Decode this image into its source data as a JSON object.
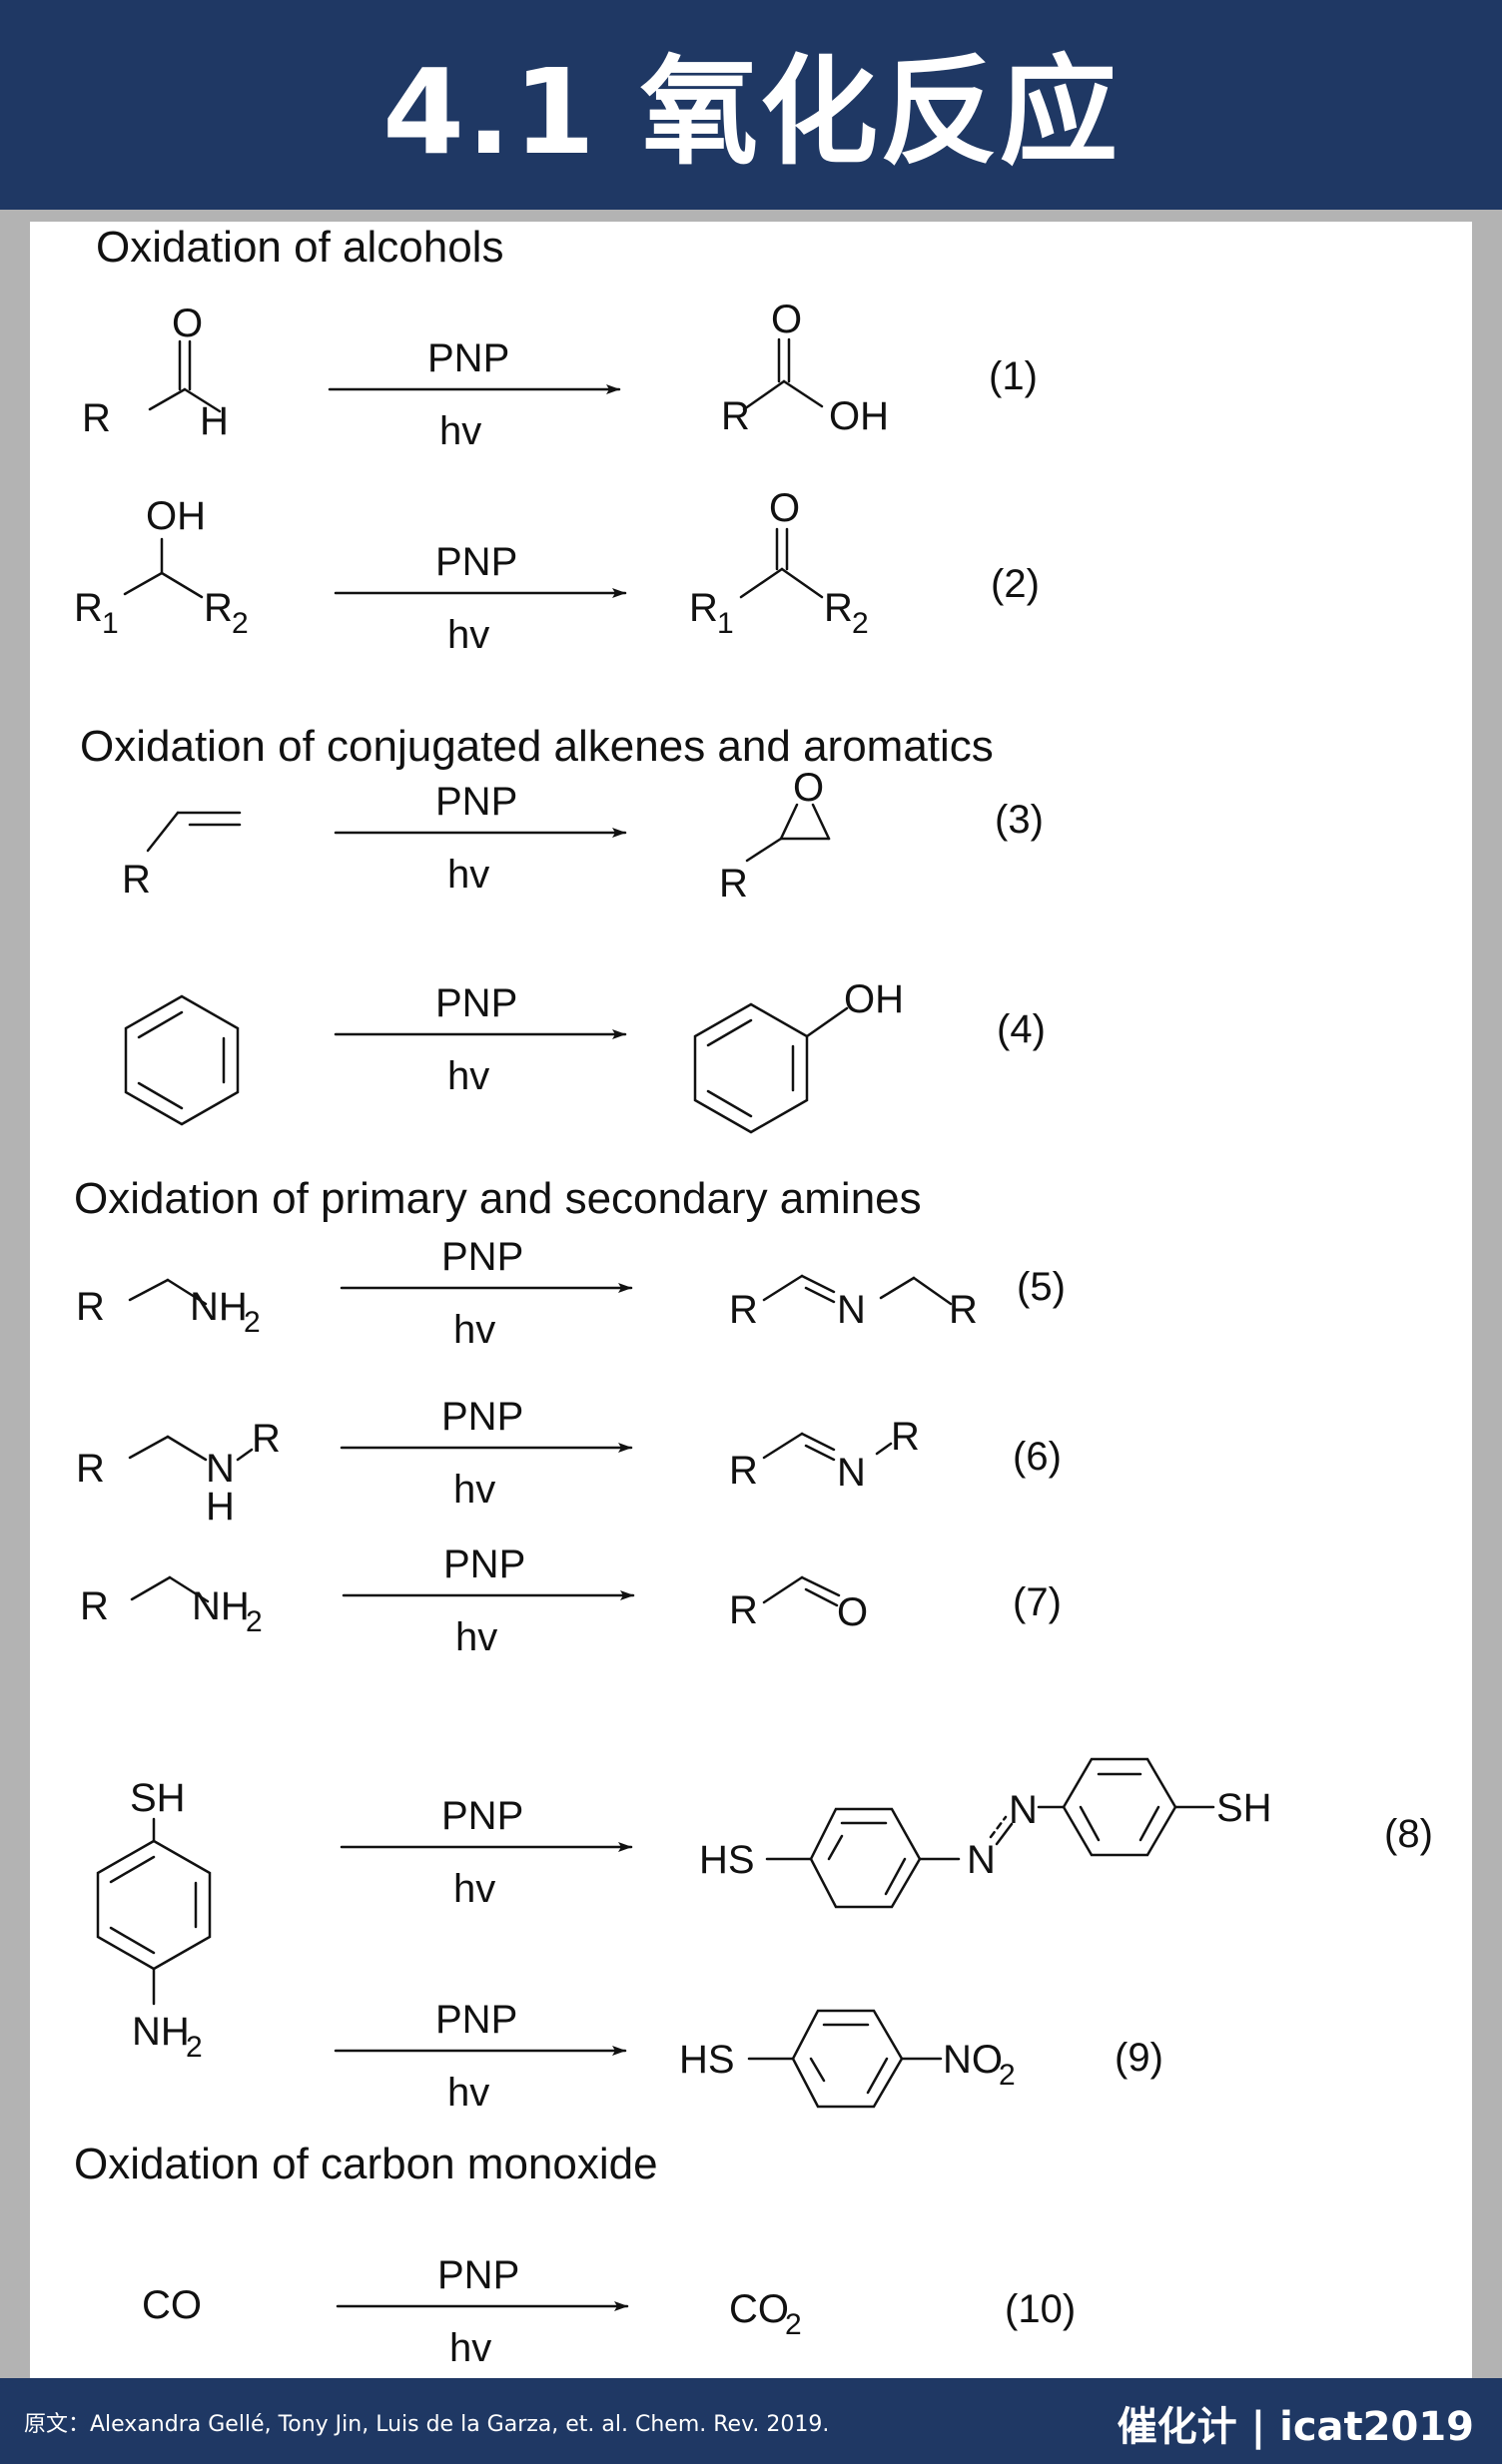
{
  "header": {
    "title": "4.1 氧化反应"
  },
  "sections": [
    "Oxidation  of alcohols",
    "Oxidation  of conjugated alkenes and aromatics",
    "Oxidation  of primary and secondary amines",
    "Oxidation  of carbon monoxide"
  ],
  "reagent_above": "PNP",
  "reagent_below": "hv",
  "atoms": {
    "O": "O",
    "H": "H",
    "R": "R",
    "OH": "OH",
    "N": "N",
    "NH": "NH",
    "SH": "SH",
    "HS": "HS",
    "NO": "NO",
    "CO": "CO",
    "sub1": "1",
    "sub2": "2"
  },
  "equation_numbers": [
    "(1)",
    "(2)",
    "(3)",
    "(4)",
    "(5)",
    "(6)",
    "(7)",
    "(8)",
    "(9)",
    "(10)"
  ],
  "footer": {
    "citation": "原文：Alexandra Gellé, Tony Jin, Luis de la Garza, et. al.  Chem. Rev. 2019.",
    "brand": "催化计 | icat2019"
  }
}
